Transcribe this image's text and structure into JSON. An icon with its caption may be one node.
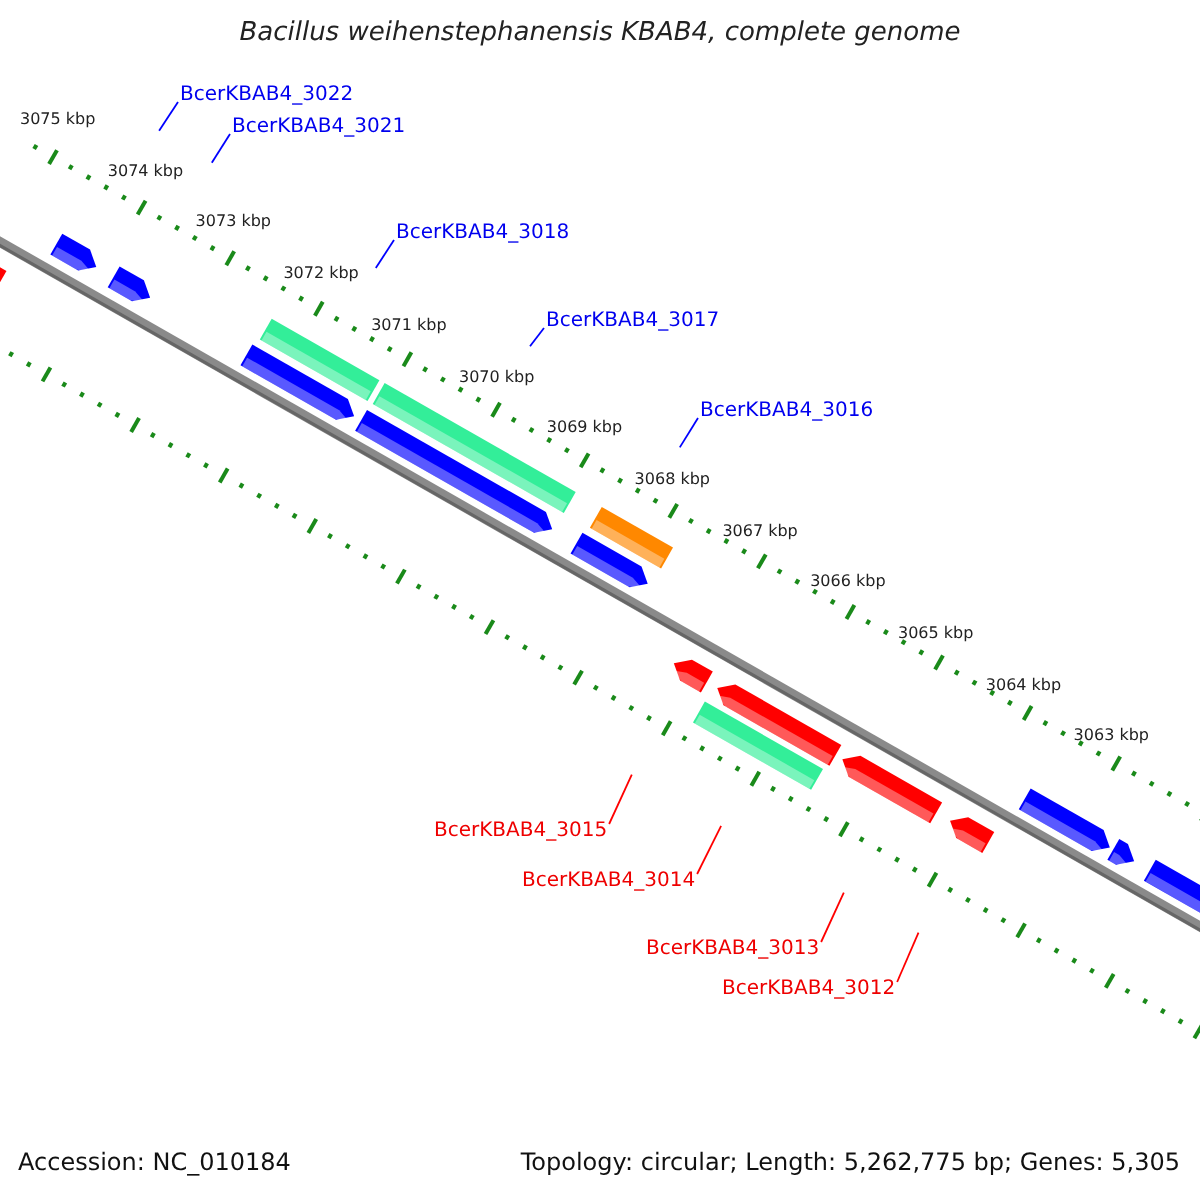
{
  "diagram": {
    "title": "Bacillus weihenstephanensis KBAB4, complete genome",
    "nodes": [
      {
        "text": [
          "BcerKBAB4_3022"
        ]
      },
      {
        "text": [
          "BcerKBAB4_3021"
        ]
      },
      {
        "text": [
          "BcerKBAB4_3018"
        ]
      },
      {
        "text": [
          "BcerKBAB4_3017"
        ]
      },
      {
        "text": [
          "BcerKBAB4_3016"
        ]
      },
      {
        "text": [
          "BcerKBAB4_3015"
        ]
      },
      {
        "text": [
          "BcerKBAB4_3014"
        ]
      },
      {
        "text": [
          "BcerKBAB4_3013"
        ]
      },
      {
        "text": [
          "BcerKBAB4_3012"
        ]
      }
    ],
    "edges": [
      {
        "from": 0,
        "to": null,
        "arrow": "none"
      },
      {
        "from": 1,
        "to": null,
        "arrow": "none"
      },
      {
        "from": 2,
        "to": null,
        "arrow": "none"
      },
      {
        "from": 3,
        "to": null,
        "arrow": "none"
      },
      {
        "from": 4,
        "to": null,
        "arrow": "none"
      },
      {
        "from": 5,
        "to": null,
        "arrow": "none",
        "color": "#ff0000"
      },
      {
        "from": 6,
        "to": null,
        "arrow": "none",
        "color": "#ff0000"
      },
      {
        "from": 7,
        "to": null,
        "arrow": "none",
        "color": "#ff0000"
      },
      {
        "from": 8,
        "to": null,
        "arrow": "none",
        "color": "#ff0000"
      }
    ],
    "labels": [
      "3075 kbp",
      "3074 kbp",
      "3073 kbp",
      "3072 kbp",
      "3071 kbp",
      "3070 kbp",
      "3069 kbp",
      "3068 kbp",
      "3067 kbp",
      "3066 kbp",
      "3065 kbp",
      "3064 kbp",
      "3063 kbp",
      "Accession: NC_010184",
      "Topology: circular; Length: 5,262,775 bp; Genes: 5,305"
    ]
  }
}
